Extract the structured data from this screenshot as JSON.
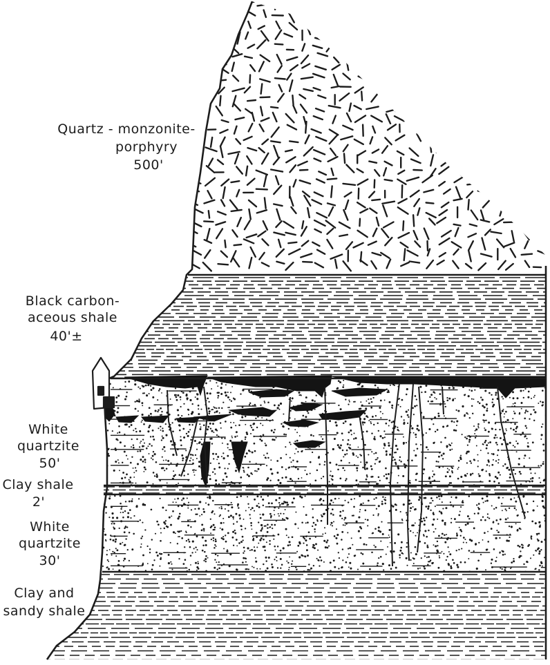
{
  "labels": {
    "porphyry": [
      "Quartz - monzonite-",
      "porphyry",
      "500'"
    ],
    "black_shale": [
      "Black carbon-",
      "aceous shale",
      "40'±"
    ],
    "white_quartzite_upper": [
      "White",
      "quartzite",
      "50'"
    ],
    "clay_shale": [
      "Clay shale",
      "2'"
    ],
    "white_quartzite_lower": [
      "White",
      "quartzite",
      "30'"
    ],
    "clay_sandy_shale": [
      "Clay and",
      "sandy shale"
    ]
  },
  "colors": {
    "ink": "#1c1c1c",
    "paper": "#ffffff"
  }
}
